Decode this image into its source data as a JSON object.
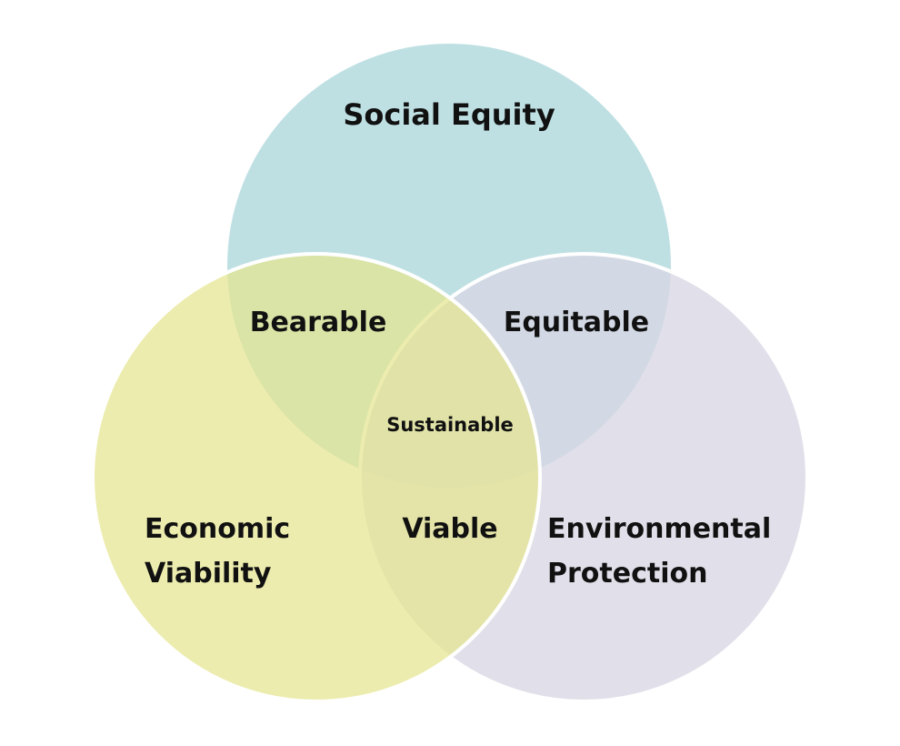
{
  "diagram": {
    "circles": {
      "social": {
        "label": "Social Equity",
        "color": "#bfe0e3"
      },
      "economic": {
        "label_line1": "Economic",
        "label_line2": "Viability",
        "color": "#e4e48f"
      },
      "environmental": {
        "label_line1": "Environmental",
        "label_line2": "Protection",
        "color": "#d8d7e4"
      }
    },
    "overlaps": {
      "social_economic": "Bearable",
      "social_environmental": "Equitable",
      "economic_environmental": "Viable",
      "center": "Sustainable"
    }
  }
}
